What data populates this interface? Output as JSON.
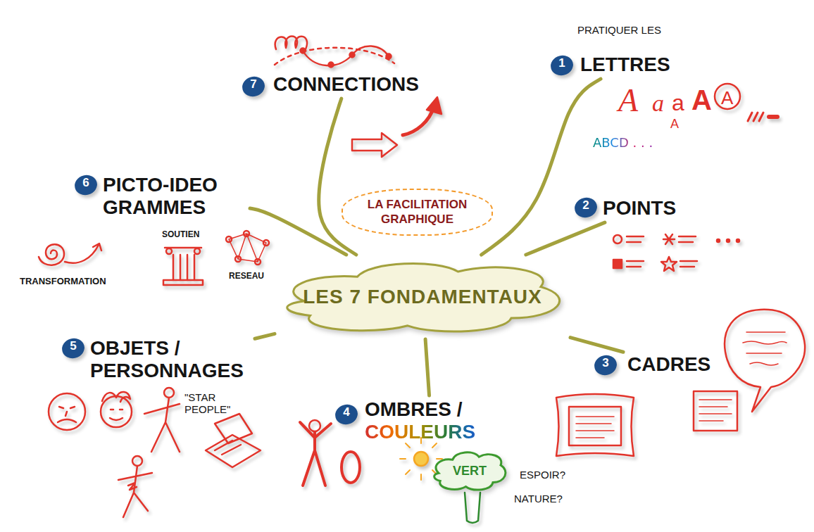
{
  "diagram": {
    "title": "LA FACILITATION GRAPHIQUE",
    "nodes": [
      {
        "text": [
          "LES 7 FONDAMENTAUX"
        ]
      },
      {
        "text": [
          "LETTRES"
        ]
      },
      {
        "text": [
          "POINTS"
        ]
      },
      {
        "text": [
          "CADRES"
        ]
      },
      {
        "text": [
          "OMBRES /",
          "COULEURS"
        ]
      },
      {
        "text": [
          "VERT"
        ]
      },
      {
        "text": [
          "OBJETS / PERSONNAGES"
        ]
      },
      {
        "text": [
          "PICTO-IDEO GRAMMES"
        ]
      },
      {
        "text": [
          "CONNECTIONS"
        ]
      }
    ],
    "edges": [
      {
        "from": 0,
        "to": 1,
        "arrow": "none"
      },
      {
        "from": 0,
        "to": 2,
        "arrow": "none"
      },
      {
        "from": 0,
        "to": 3,
        "arrow": "none"
      },
      {
        "from": 0,
        "to": 4,
        "arrow": "none"
      },
      {
        "from": 0,
        "to": 6,
        "arrow": "none"
      },
      {
        "from": 0,
        "to": 7,
        "arrow": "none"
      },
      {
        "from": 0,
        "to": 8,
        "arrow": "none"
      }
    ],
    "labels": [
      "PRATIQUER LES",
      "1",
      "A",
      "a",
      "a",
      "A",
      "A",
      "A",
      "ABCD . . .",
      "2",
      "3",
      "4",
      "ESPOIR?",
      "NATURE?",
      "5",
      "\"STAR PEOPLE\"",
      "6",
      "TRANSFORMATION",
      "SOUTIEN",
      "RESEAU",
      "7"
    ]
  }
}
